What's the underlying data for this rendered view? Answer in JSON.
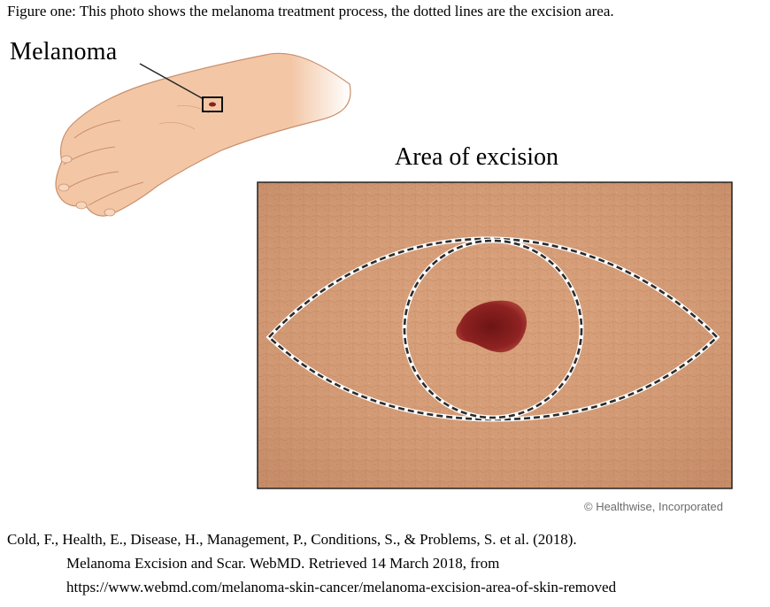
{
  "caption": "Figure one: This photo shows the melanoma treatment process, the dotted lines are the excision area.",
  "figure": {
    "label_melanoma": "Melanoma",
    "label_excision": "Area of excision",
    "credit": "© Healthwise, Incorporated"
  },
  "citation": {
    "line1": "Cold, F., Health, E., Disease, H., Management, P., Conditions, S., & Problems, S. et al. (2018).",
    "line2": "Melanoma Excision and Scar. WebMD. Retrieved 14 March 2018, from",
    "line3": "https://www.webmd.com/melanoma-skin-cancer/melanoma-excision-area-of-skin-removed"
  },
  "colors": {
    "skin": "#d9a07a",
    "hand": "#f3c7a6",
    "lesion": "#8e1f1f",
    "outline": "#2b2b2b"
  }
}
